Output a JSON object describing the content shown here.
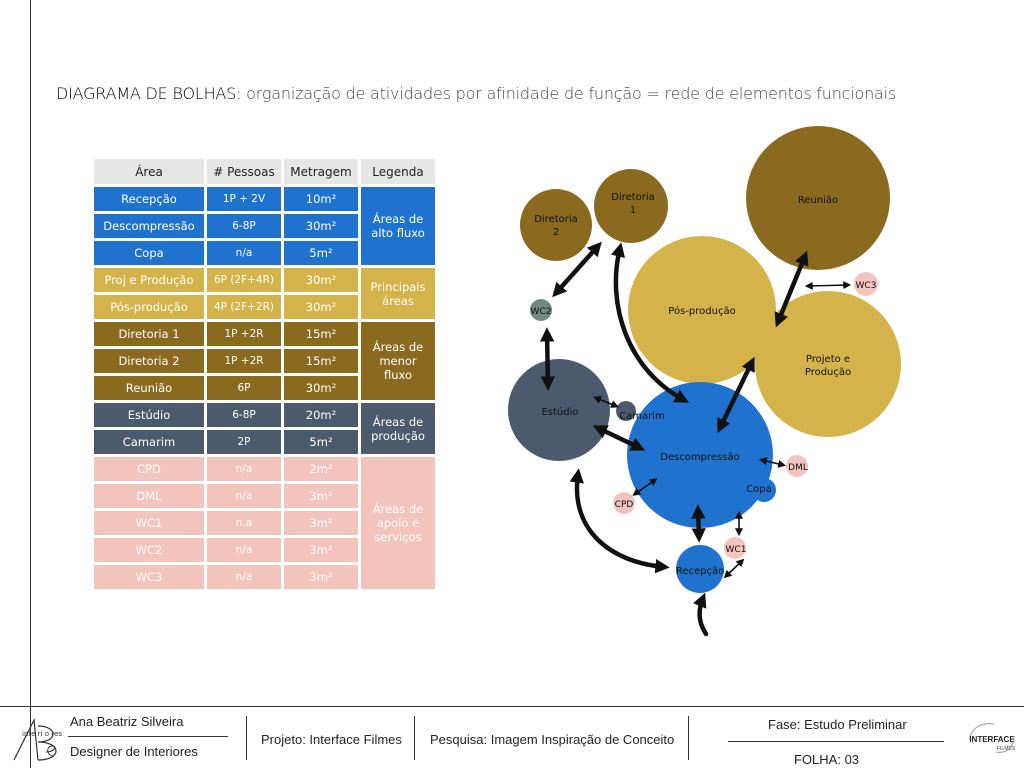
{
  "title": {
    "strong": "DIAGRAMA DE BOLHAS:",
    "rest": " organização de atividades por afinidade de função = rede de elementos funcionais"
  },
  "table": {
    "headers": [
      "Área",
      "# Pessoas",
      "Metragem",
      "Legenda"
    ],
    "rows": [
      {
        "area": "Recepção",
        "pessoas": "1P + 2V",
        "metragem": "10m²"
      },
      {
        "area": "Descompressão",
        "pessoas": "6-8P",
        "metragem": "30m²"
      },
      {
        "area": "Copa",
        "pessoas": "n/a",
        "metragem": "5m²"
      },
      {
        "area": "Proj e Produção",
        "pessoas": "6P (2F+4R)",
        "metragem": "30m²"
      },
      {
        "area": "Pós-produção",
        "pessoas": "4P (2F+2R)",
        "metragem": "30m²"
      },
      {
        "area": "Diretoria 1",
        "pessoas": "1P +2R",
        "metragem": "15m²"
      },
      {
        "area": "Diretoria 2",
        "pessoas": "1P +2R",
        "metragem": "15m²"
      },
      {
        "area": "Reunião",
        "pessoas": "6P",
        "metragem": "30m²"
      },
      {
        "area": "Estúdio",
        "pessoas": "6-8P",
        "metragem": "20m²"
      },
      {
        "area": "Camarim",
        "pessoas": "2P",
        "metragem": "5m²"
      },
      {
        "area": "CPD",
        "pessoas": "n/a",
        "metragem": "2m²"
      },
      {
        "area": "DML",
        "pessoas": "n/a",
        "metragem": "3m²"
      },
      {
        "area": "WC1",
        "pessoas": "n.a",
        "metragem": "3m²"
      },
      {
        "area": "WC2",
        "pessoas": "n/a",
        "metragem": "3m²"
      },
      {
        "area": "WC3",
        "pessoas": "n/a",
        "metragem": "3m²"
      }
    ],
    "legend": [
      {
        "l1": "Áreas de",
        "l2": "alto fluxo",
        "l3": ""
      },
      {
        "l1": "Principais",
        "l2": "áreas",
        "l3": ""
      },
      {
        "l1": "Áreas de",
        "l2": "menor",
        "l3": "fluxo"
      },
      {
        "l1": "Áreas de",
        "l2": "produção",
        "l3": ""
      },
      {
        "l1": "Áreas de",
        "l2": "apoio e",
        "l3": "serviços"
      }
    ]
  },
  "bubbles": {
    "reuniao": "Reunião",
    "diretoria1_l1": "Diretoria",
    "diretoria1_l2": "1",
    "diretoria2_l1": "Diretoria",
    "diretoria2_l2": "2",
    "pos_producao": "Pós-produção",
    "projeto_l1": "Projeto e",
    "projeto_l2": "Produção",
    "estudio": "Estúdio",
    "camarim": "Camarim",
    "descompressao": "Descompressão",
    "copa": "Copa",
    "recepcao": "Recepção",
    "wc1": "WC1",
    "wc2": "WC2",
    "wc3": "WC3",
    "dml": "DML",
    "cpd": "CPD"
  },
  "colors": {
    "blue": "#1f73cf",
    "gold": "#d4b44a",
    "brown": "#8a6a1f",
    "slate": "#4b5a6c",
    "pink": "#f2c4bb",
    "wc2_green": "#6f8a80"
  },
  "footer": {
    "name": "Ana Beatriz Silveira",
    "role": "Designer de Interiores",
    "projeto": "Projeto: Interface Filmes",
    "pesquisa": "Pesquisa: Imagem Inspiração de Conceito",
    "fase": "Fase: Estudo Preliminar",
    "folha": "FOLHA: 03",
    "logo_left": "inte ri o res",
    "logo_right_l1": "INTERFACE",
    "logo_right_l2": "FILMES"
  }
}
